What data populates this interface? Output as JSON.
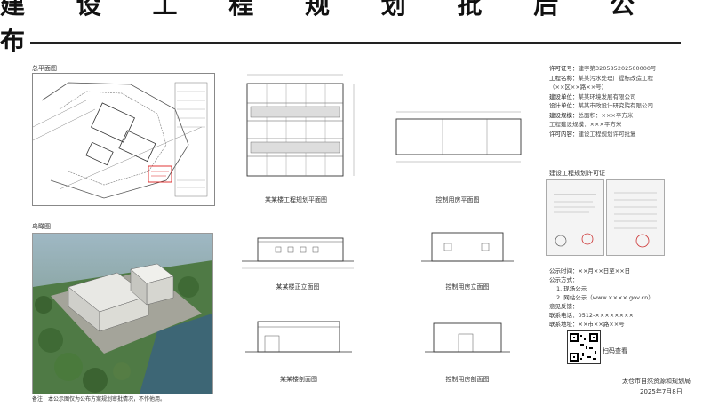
{
  "header": {
    "title": "建 设 工 程 规 划 批 后 公 布"
  },
  "sections": {
    "site_plan_label": "总平面图",
    "aerial_label": "鸟瞰图",
    "aerial_note": "备注：本公示图仅为公布方案规划审批情况，不作他用。",
    "floor_plan_caption": "某某楼工程规划平面图",
    "floor_plan2_caption": "控制用房平面图",
    "elevation1_caption": "某某楼正立面图",
    "elevation2_caption": "控制用房立面图",
    "section1_caption": "某某楼剖面图",
    "section2_caption": "控制用房剖面图",
    "permit_label": "建设工程规划许可证"
  },
  "info": {
    "rows": [
      {
        "k": "许可证号：",
        "v": "建字第320585202500000号"
      },
      {
        "k": "工程名称：",
        "v": "某某污水处理厂提标改造工程"
      },
      {
        "k": "",
        "v": "（××区××路××号）"
      },
      {
        "k": "建设单位：",
        "v": "某某环境发展有限公司"
      },
      {
        "k": "设计单位：",
        "v": "某某市政设计研究院有限公司"
      },
      {
        "k": "建设规模：",
        "v": "总面积：×××平方米"
      },
      {
        "k": "",
        "v": "工程建设规模：×××平方米"
      },
      {
        "k": "许可内容：",
        "v": "建设工程规划许可批复"
      }
    ]
  },
  "contact": {
    "rows": [
      "公示时间：××月××日至××日",
      "公示方式：",
      "1. 现场公示",
      "2. 网站公示（www.××××.gov.cn）",
      "意见反馈：",
      "联系电话：0512-××××××××",
      "联系地址：××市××路××号"
    ],
    "qr_label": "扫码查看",
    "footer_org": "太仓市自然资源和规划局",
    "footer_date": "2025年7月8日"
  }
}
